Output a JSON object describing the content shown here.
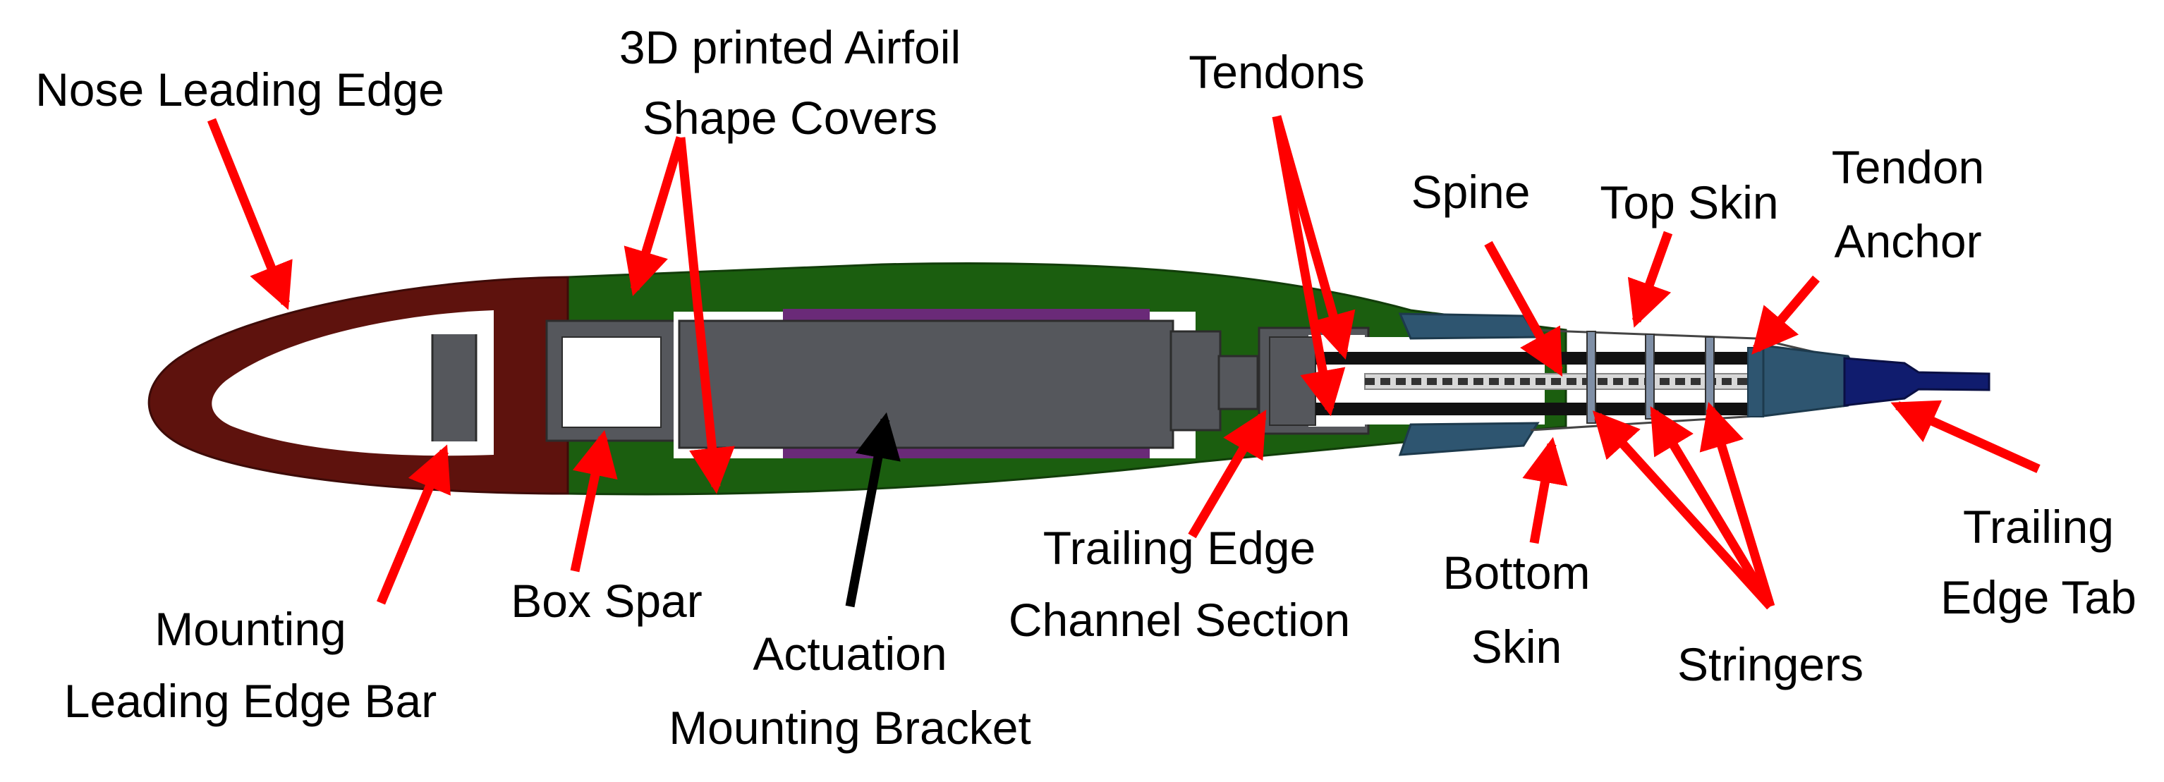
{
  "labels": {
    "nose_leading_edge": "Nose Leading Edge",
    "airfoil_covers_line1": "3D printed Airfoil",
    "airfoil_covers_line2": "Shape Covers",
    "tendons": "Tendons",
    "spine": "Spine",
    "top_skin": "Top Skin",
    "tendon_anchor_line1": "Tendon",
    "tendon_anchor_line2": "Anchor",
    "mounting_bar_line1": "Mounting",
    "mounting_bar_line2": "Leading Edge Bar",
    "box_spar": "Box Spar",
    "actuation_line1": "Actuation",
    "actuation_line2": "Mounting Bracket",
    "te_channel_line1": "Trailing Edge",
    "te_channel_line2": "Channel Section",
    "bottom_skin_line1": "Bottom",
    "bottom_skin_line2": "Skin",
    "stringers": "Stringers",
    "te_tab_line1": "Trailing",
    "te_tab_line2": "Edge Tab"
  },
  "colors": {
    "leading_edge": "#5e120d",
    "cover": "#1b5e0f",
    "spar": "#55575c",
    "actuator_accent": "#6a2a78",
    "tendon_section": "#2e5570",
    "trailing_tab": "#101c6e",
    "arrow": "#ff0000",
    "arrow_actuation": "#000000"
  }
}
